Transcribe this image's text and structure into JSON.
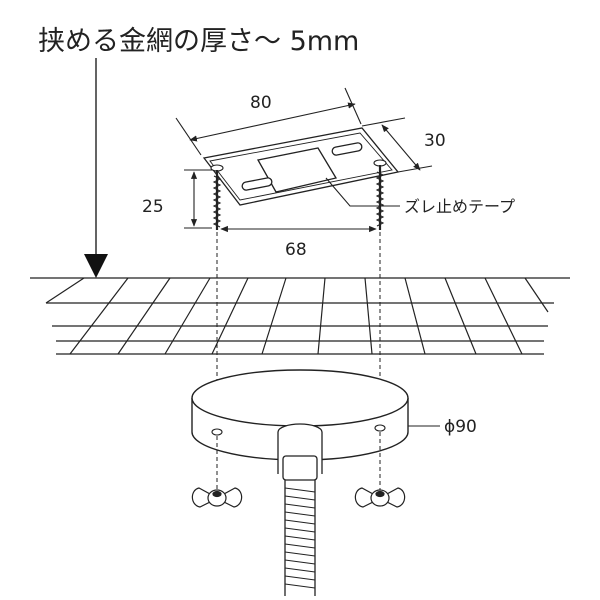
{
  "title": "挟める金網の厚さ～ 5mm",
  "dims": {
    "length": "80",
    "width": "30",
    "height": "25",
    "hole_pitch": "68",
    "diameter": "ϕ90"
  },
  "labels": {
    "tape": "ズレ止めテープ"
  },
  "colors": {
    "line": "#222222",
    "background": "#ffffff",
    "mesh": "#222222"
  }
}
